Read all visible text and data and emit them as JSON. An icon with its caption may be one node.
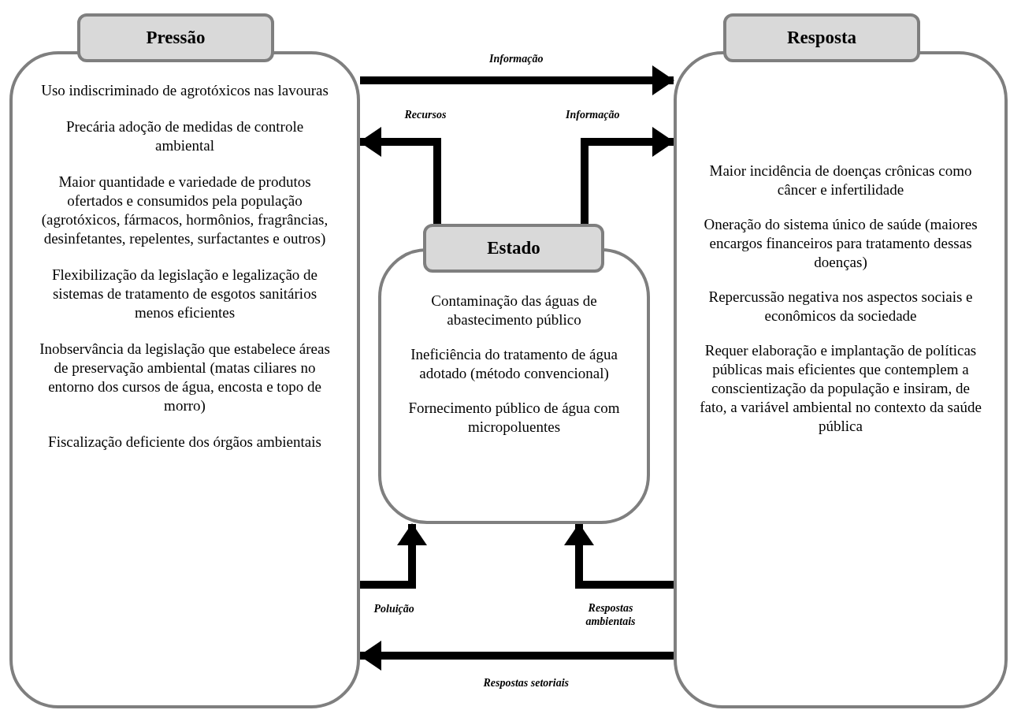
{
  "diagram": {
    "nodes": [
      {
        "text": [
          "Pressão",
          "Uso indiscriminado de agrotóxicos nas lavouras",
          "Precária adoção de medidas de controle ambiental",
          "Maior quantidade e variedade de produtos ofertados e consumidos pela população (agrotóxicos, fármacos, hormônios, fragrâncias, desinfetantes, repelentes, surfactantes e outros)",
          "Flexibilização da legislação e legalização de sistemas de tratamento de esgotos sanitários menos eficientes",
          "Inobservância da legislação que estabelece áreas de preservação ambiental (matas ciliares no entorno dos cursos de água, encosta e topo de morro)",
          "Fiscalização deficiente dos órgãos ambientais"
        ]
      },
      {
        "text": [
          "Resposta",
          "Maior incidência de doenças crônicas como câncer e infertilidade",
          "Oneração do sistema único de saúde (maiores encargos financeiros para tratamento dessas doenças)",
          "Repercussão negativa nos aspectos sociais e econômicos da sociedade",
          "Requer elaboração e implantação de políticas públicas mais eficientes que contemplem a conscientização da população e insiram, de fato, a variável ambiental no contexto da saúde pública"
        ]
      },
      {
        "text": [
          "Estado",
          "Contaminação das águas de abastecimento público",
          "Ineficiência do tratamento de água adotado (método convencional)",
          "Fornecimento público de água com micropoluentes"
        ]
      }
    ],
    "edges": [
      {
        "from": 0,
        "to": 1,
        "arrow": "to",
        "label": "Informação"
      },
      {
        "from": 2,
        "to": 0,
        "arrow": "to",
        "label": "Recursos"
      },
      {
        "from": 2,
        "to": 1,
        "arrow": "to",
        "label": "Informação"
      },
      {
        "from": 0,
        "to": 2,
        "arrow": "to",
        "label": "Poluição"
      },
      {
        "from": 1,
        "to": 2,
        "arrow": "to",
        "label": "Respostas ambientais"
      },
      {
        "from": 1,
        "to": 0,
        "arrow": "to",
        "label": "Respostas setoriais"
      }
    ]
  }
}
